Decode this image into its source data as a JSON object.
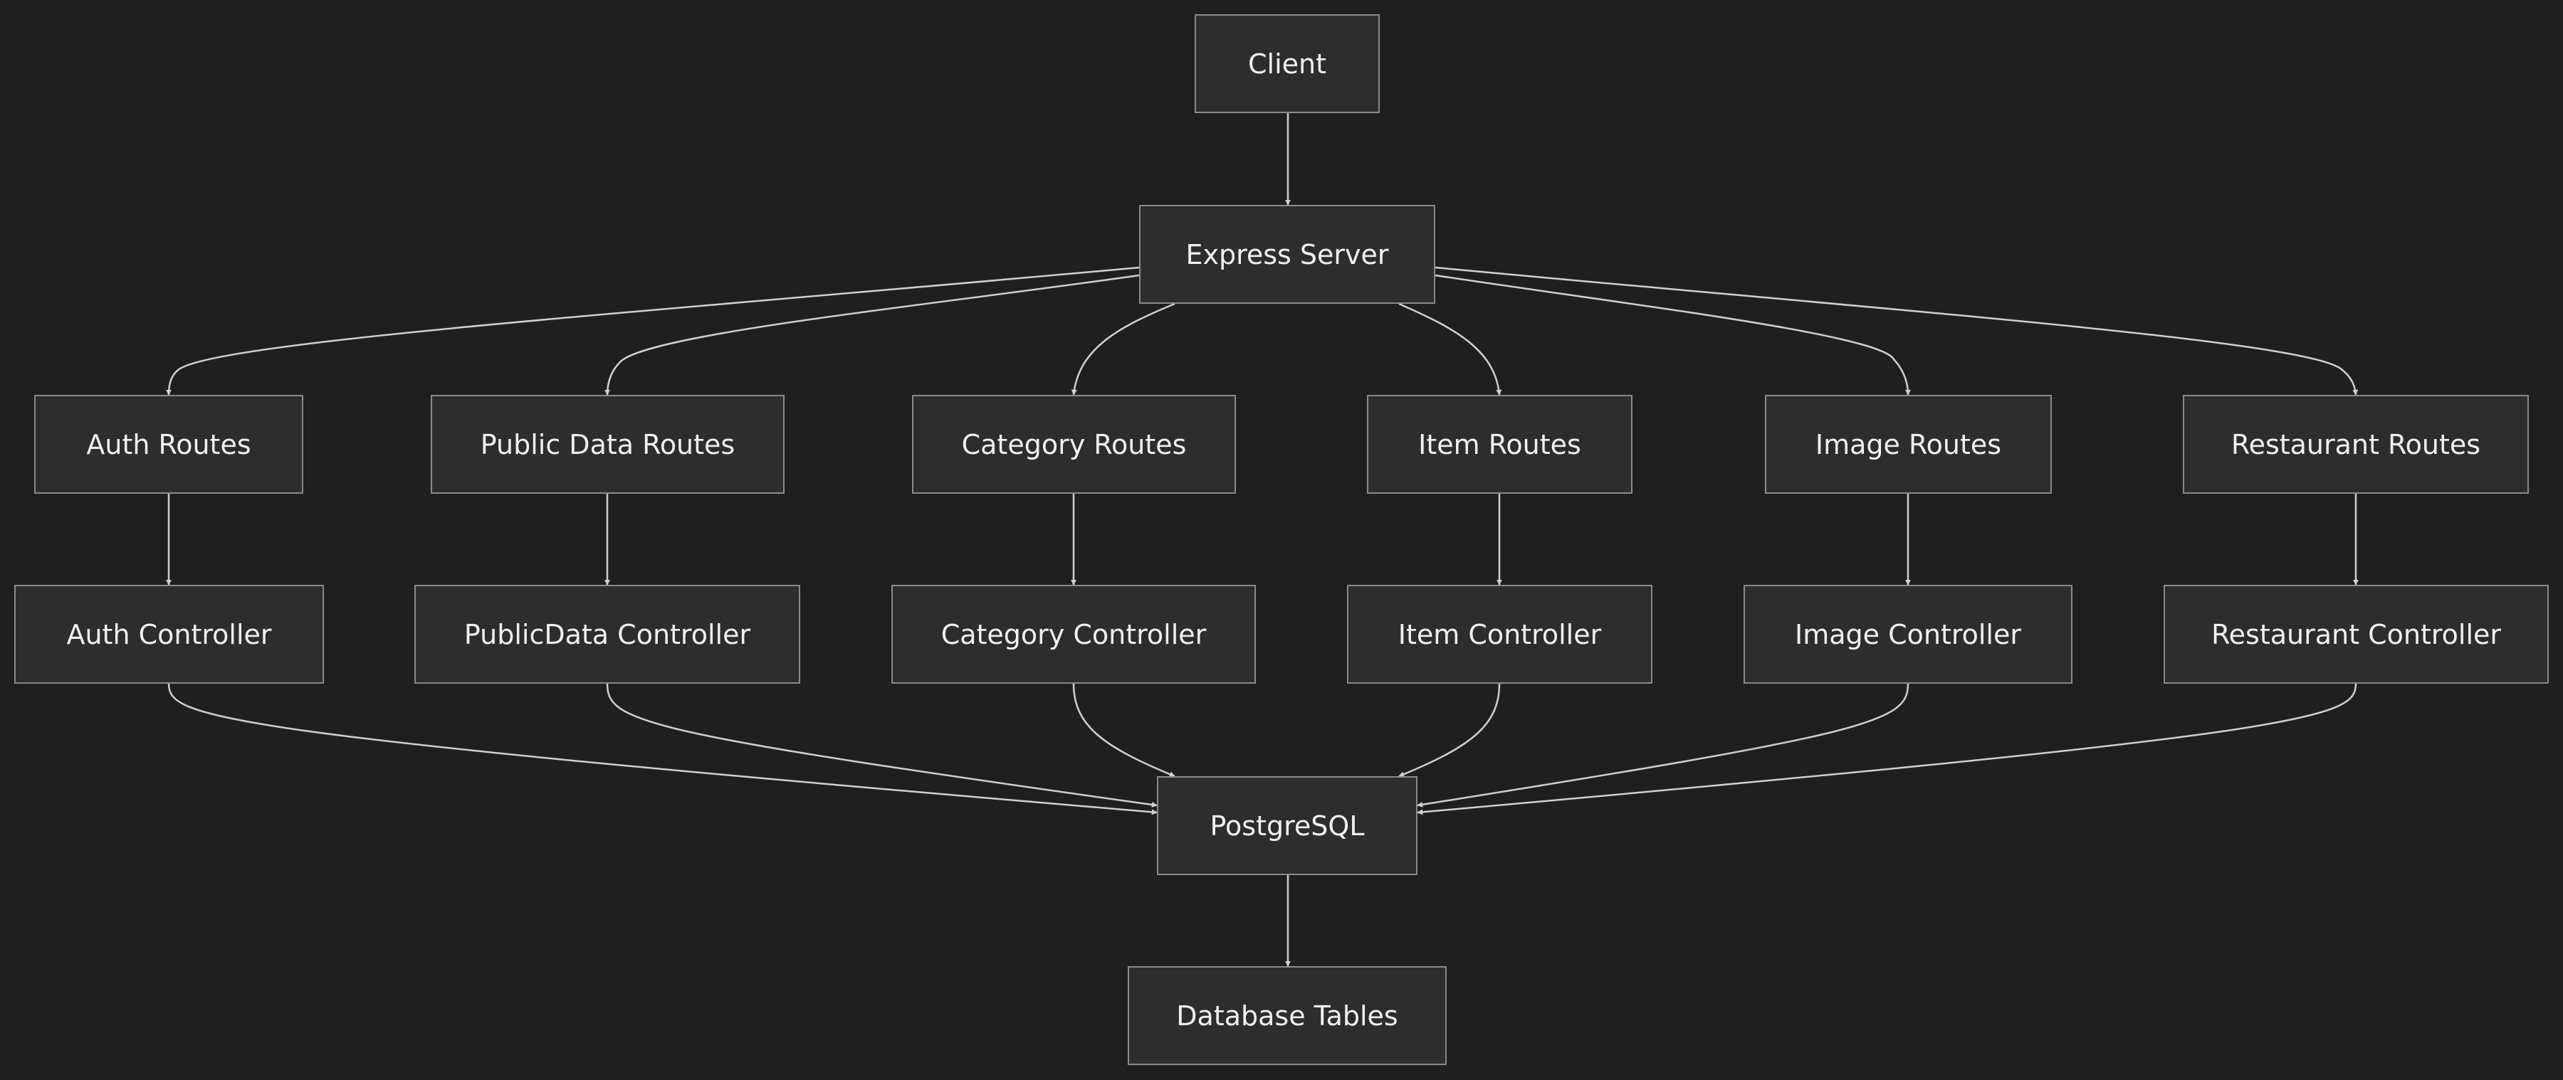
{
  "nodes": {
    "client": "Client",
    "express_server": "Express Server",
    "auth_routes": "Auth Routes",
    "public_data_routes": "Public Data Routes",
    "category_routes": "Category Routes",
    "item_routes": "Item Routes",
    "image_routes": "Image Routes",
    "restaurant_routes": "Restaurant Routes",
    "auth_controller": "Auth Controller",
    "publicdata_controller": "PublicData Controller",
    "category_controller": "Category Controller",
    "item_controller": "Item Controller",
    "image_controller": "Image Controller",
    "restaurant_controller": "Restaurant Controller",
    "postgresql": "PostgreSQL",
    "database_tables": "Database Tables"
  },
  "edges": [
    {
      "from": "client",
      "to": "express_server"
    },
    {
      "from": "express_server",
      "to": "auth_routes"
    },
    {
      "from": "express_server",
      "to": "public_data_routes"
    },
    {
      "from": "express_server",
      "to": "category_routes"
    },
    {
      "from": "express_server",
      "to": "item_routes"
    },
    {
      "from": "express_server",
      "to": "image_routes"
    },
    {
      "from": "express_server",
      "to": "restaurant_routes"
    },
    {
      "from": "auth_routes",
      "to": "auth_controller"
    },
    {
      "from": "public_data_routes",
      "to": "publicdata_controller"
    },
    {
      "from": "category_routes",
      "to": "category_controller"
    },
    {
      "from": "item_routes",
      "to": "item_controller"
    },
    {
      "from": "image_routes",
      "to": "image_controller"
    },
    {
      "from": "restaurant_routes",
      "to": "restaurant_controller"
    },
    {
      "from": "auth_controller",
      "to": "postgresql"
    },
    {
      "from": "publicdata_controller",
      "to": "postgresql"
    },
    {
      "from": "category_controller",
      "to": "postgresql"
    },
    {
      "from": "item_controller",
      "to": "postgresql"
    },
    {
      "from": "image_controller",
      "to": "postgresql"
    },
    {
      "from": "restaurant_controller",
      "to": "postgresql"
    },
    {
      "from": "postgresql",
      "to": "database_tables"
    }
  ],
  "colors": {
    "background": "#1f1f1f",
    "node_fill": "#2d2d2d",
    "node_border": "#8a8a8a",
    "edge": "#d0d0d0",
    "text": "#f0f0f0"
  }
}
